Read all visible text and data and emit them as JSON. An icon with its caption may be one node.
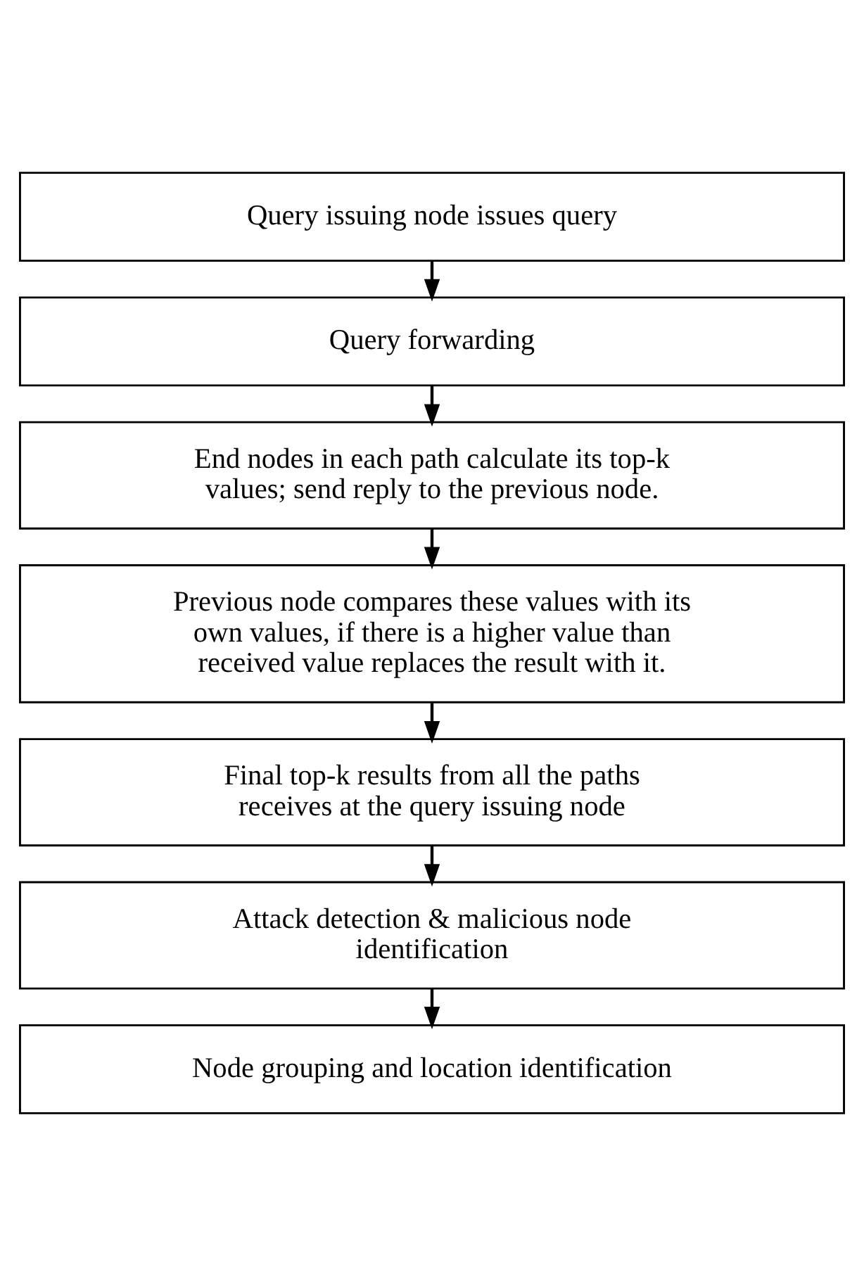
{
  "diagram": {
    "nodes": [
      {
        "text": [
          "Query issuing node issues query"
        ]
      },
      {
        "text": [
          "Query forwarding"
        ]
      },
      {
        "text": [
          "End nodes in each path calculate its top-k values; send reply to the previous node."
        ]
      },
      {
        "text": [
          "Previous node compares these values with its own values, if there is a higher value than received value replaces the result with it."
        ]
      },
      {
        "text": [
          "Final top-k results from all the paths receives at the query issuing node"
        ]
      },
      {
        "text": [
          "Attack detection & malicious node identification"
        ]
      },
      {
        "text": [
          "Node grouping and location identification"
        ]
      }
    ],
    "edges": [
      {
        "from": 0,
        "to": 1,
        "arrow": "to"
      },
      {
        "from": 1,
        "to": 2,
        "arrow": "to"
      },
      {
        "from": 2,
        "to": 3,
        "arrow": "to"
      },
      {
        "from": 3,
        "to": 4,
        "arrow": "to"
      },
      {
        "from": 4,
        "to": 5,
        "arrow": "to"
      },
      {
        "from": 5,
        "to": 6,
        "arrow": "to"
      }
    ]
  }
}
